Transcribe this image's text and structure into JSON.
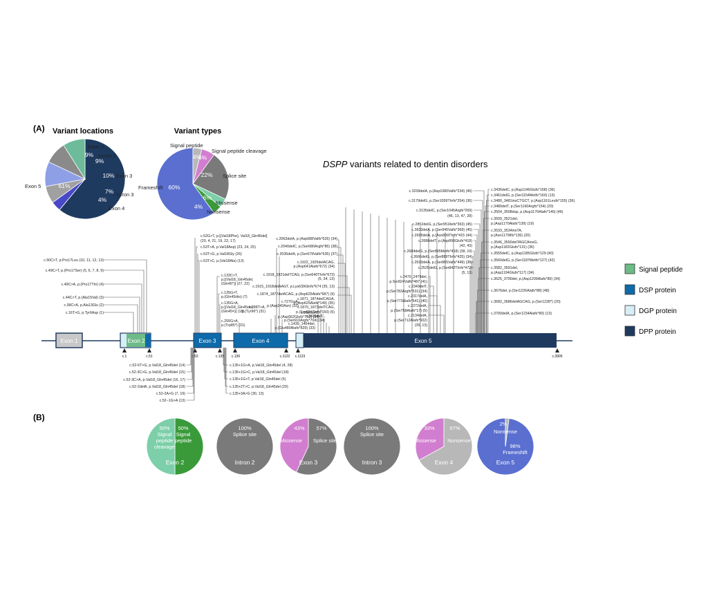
{
  "panel_a_label": "(A)",
  "panel_b_label": "(B)",
  "diagram_title_gene": "DSPP",
  "diagram_title_rest": " variants related to dentin disorders",
  "colors": {
    "signal_peptide": "#6dbb87",
    "dsp": "#0e6aa9",
    "dgp": "#d6eef5",
    "dpp": "#1f3a5f",
    "exon_grey": "#c8c8c8",
    "pie_grey": "#7d7d7d",
    "pie_exon5": "#1f3a5f",
    "pie_exon4": "#4848c8",
    "pie_intron3": "#a0a0a0",
    "pie_exon3": "#8f9fe6",
    "pie_intron2": "#8a8a8a",
    "pie_exon2": "#6dbb9a",
    "frameshift": "#5a6fd0",
    "missense": "#d27ed0",
    "nonsense": "#b8b8b8",
    "splice": "#7a7a7a",
    "sp_cleavage": "#7ccfa8",
    "sp": "#3a9a3a"
  },
  "chart_data": [
    {
      "type": "pie",
      "title": "Variant locations",
      "slices": [
        {
          "name": "Exon 5",
          "value": 61,
          "label": "61%",
          "color": "#1f3a5f"
        },
        {
          "name": "Exon 4",
          "value": 4,
          "label": "4%",
          "color": "#4848c8"
        },
        {
          "name": "Intron 3",
          "value": 7,
          "label": "7%",
          "color": "#a0a0a0"
        },
        {
          "name": "Exon 3",
          "value": 10,
          "label": "10%",
          "color": "#8f9fe6"
        },
        {
          "name": "Intron 2",
          "value": 9,
          "label": "9%",
          "color": "#8a8a8a"
        },
        {
          "name": "Exon 2",
          "value": 9,
          "label": "9%",
          "color": "#6dbb9a"
        }
      ]
    },
    {
      "type": "pie",
      "title": "Variant types",
      "slices": [
        {
          "name": "Frameshift",
          "value": 60,
          "label": "60%",
          "color": "#5a6fd0"
        },
        {
          "name": "Nonsense",
          "value": 4,
          "label": "4%",
          "color": "#b8b8b8"
        },
        {
          "name": "Missense",
          "value": 6,
          "label": "6%",
          "color": "#d27ed0"
        },
        {
          "name": "Splice site",
          "value": 22,
          "label": "22%",
          "color": "#7a7a7a"
        },
        {
          "name": "Signal peptide cleavage",
          "value": 4,
          "label": "4%",
          "color": "#7ccfa8"
        },
        {
          "name": "Signal peptide",
          "value": 4,
          "label": "4%",
          "color": "#3a9a3a"
        }
      ]
    },
    {
      "type": "pie",
      "title": "Exon 2",
      "slices": [
        {
          "name": "Signal peptide",
          "value": 50,
          "label": "50%",
          "color": "#3a9a3a"
        },
        {
          "name": "Signal peptide cleavage",
          "value": 50,
          "label": "50%",
          "color": "#7ccfa8"
        }
      ]
    },
    {
      "type": "pie",
      "title": "Intron 2",
      "slices": [
        {
          "name": "Splice site",
          "value": 100,
          "label": "100%",
          "color": "#7a7a7a"
        }
      ]
    },
    {
      "type": "pie",
      "title": "Exon 3",
      "slices": [
        {
          "name": "Splice site",
          "value": 57,
          "label": "57%",
          "color": "#7a7a7a"
        },
        {
          "name": "Missense",
          "value": 43,
          "label": "43%",
          "color": "#d27ed0"
        }
      ]
    },
    {
      "type": "pie",
      "title": "Intron 3",
      "slices": [
        {
          "name": "Splice site",
          "value": 100,
          "label": "100%",
          "color": "#7a7a7a"
        }
      ]
    },
    {
      "type": "pie",
      "title": "Exon 4",
      "slices": [
        {
          "name": "Nonsense",
          "value": 67,
          "label": "67%",
          "color": "#b8b8b8"
        },
        {
          "name": "Missense",
          "value": 33,
          "label": "33%",
          "color": "#d27ed0"
        }
      ]
    },
    {
      "type": "pie",
      "title": "Exon 5",
      "slices": [
        {
          "name": "Frameshift",
          "value": 98,
          "label": "98%",
          "color": "#5a6fd0"
        },
        {
          "name": "Nonsense",
          "value": 2,
          "label": "2%",
          "color": "#b8b8b8"
        }
      ]
    }
  ],
  "legend": [
    {
      "label": "Signal peptide",
      "color": "#6dbb87"
    },
    {
      "label": "DSP protein",
      "color": "#0e6aa9"
    },
    {
      "label": "DGP protein",
      "color": "#d6eef5"
    },
    {
      "label": "DPP protein",
      "color": "#1f3a5f"
    }
  ],
  "exons": {
    "exon1": "Exon 1",
    "exon2": "Exon 2",
    "exon3": "Exon 3",
    "exon4": "Exon 4",
    "exon5": "Exon 5"
  },
  "positions": [
    "c.1",
    "c.51",
    "c.52",
    "c.135",
    "c.136",
    "c.1122",
    "c.1123",
    "c.3905"
  ],
  "variants_exon2": [
    "c.50C>T, p.Pro17Leu (10, 11, 12, 13)",
    "c.49C>T, p.(Pro17Ser) (5, 6, 7, 8, 9)",
    "c.49C>A, p.(Pro17Thr) (4)",
    "c.44C>T, p.(Ala15Val) (3)",
    "c.38C>A, p.Ala13Glu (2)",
    "c.16T>G, p.Tyr6Asp (1)"
  ],
  "variants_exon3": [
    "c.52G>T, p.[(Val18Phe), Val18_Gln45del]",
    "(20, 4, 21, 19, 22, 17)",
    "c.53T>A, p.Val18Asp) (23, 24, 25)",
    "c.53T>G, p.Val18Gly (26)",
    "c.53T>C, p.(Val18Ala) (13)"
  ],
  "variants_exon3b": [
    "c.133C>T,",
    "p.[(Val18_Gln45del,",
    "(Gln45*)] (27, 22)",
    "c.135G>T,",
    "p.(Gln45His) (7)",
    "c.135G>A,",
    "p.[(Val18_Gln45del,",
    "(Gln45=)] (18)",
    "c.255G>A,",
    "p.(Trp85*) (31)"
  ],
  "variants_exon4": [
    "c.2063delA, p.(Asp688Valfs*626) (34)",
    "c.2040delC, p.(Ser680Argfs*85) (38)",
    "c.2035delA, p.(Ser679Valfs*635) (37)",
    "c.1922_1925delACAG,",
    "p.(Asp641Alafs*672) (34)",
    "c.1918_1921delTCAG, p.(Ser640Thrfs*673)",
    "(5, 34, 13)",
    "c.1915_1918delAAGT, p.Lys639Glnfs*674 (35, 13)",
    "c.1874_1877delACAG, p.(Asp625Alafs*687) (9)",
    "c.1871_1874delCAGA,",
    "p.(Asp625Alafs*149) (35)",
    "c.1870_1873delTCAG,",
    "p.(Ser624Thrfs*150) (5)",
    "c.1830delC,",
    "p.(Ser610Argfs*704) (34)",
    "c.1686delT,",
    "p.(Asp562Glufs*752) (34)",
    "c.1439_1454del,",
    "p.(Glu480Alafs*829) (33)",
    "c.288T>A,",
    "p.(Tyr96*) (31)",
    "c.727G>A,",
    "p.(Asp243Asn) (32)"
  ],
  "variants_exon5_mid": [
    "c.3239delA, p.(Asp1080Valfs*234) (45)",
    "c.3179delG, p.(Ser1059Thrfs*254) (36)",
    "c.3135delC, p.(Ser1045Argfs*269)",
    "(46, 13, 47, 28)",
    "c.2852delG, p.(Ser951Ilefs*363) (45)",
    "c.2833delA, p.(Ser945Valfs*369) (45)",
    "c.2695delA, p.(Asn899Thrfs*415 (44)",
    "c.2688delT, p.(Asp896Glufs*418)",
    "(42, 43)",
    "c.2684delG, p.(Ser895Metfs*418) (38, 19)",
    "c.2666delG, p.(Ser889Thrfs*425) (34)",
    "c.2593delA, p.(Ser865Valfs*449) (38)",
    "c.2525delG, p.(Ser842Thrfs*472)",
    "(5, 13)",
    "c.2470_2479del,",
    "p.Ser824Valfs*487 (41)",
    "c.2349delT,",
    "p.(Ser783Argfs*531) (34)",
    "c.2317delA,",
    "p.(Ser773Alafs*541) (40)",
    "c.2272delA,",
    "p.(Ser758Alafs*17) (5)",
    "c.2134delA,",
    "p.(Ser712Alafs*602)",
    "(39, 13)"
  ],
  "variants_exon5_right": [
    "c.3436delC, p.(Asp1146Glufs*168) (36)",
    "c.3461delG, p.(Ser1154Metfs*160) (13)",
    "c.3480_3481insCTGCT, p.(Asp1161Leufs*155) (36)",
    "c.3480delT, p.(Ser1160Argfs*154) (20)",
    "c.3504_3508dup, p.(Asp1170Alafs*146) (46)",
    "c.3509_3521del,",
    "p.(Asp1170Alafs*139) (19)",
    "c.3533_3534insTA,",
    "p.(Asn1179Ilfs*136) (20)",
    "c.3546_3550delTAGCAinsG,",
    "p.(Asp1182Glufs*131) (36)",
    "c.3555delC, p.(Asp1185Glufs*129 (40)",
    "c.3560delG, p.(Ser1187Metfs*127) (42)",
    "c.3582_3591del,",
    "p.(Asp1194Glufs*117) (34)",
    "c.3625_3700del, p.(Asp1209Alafs*80) (34)",
    "c.3676del, p.(Ser1226Alafs*88) (48)",
    "c.3682_3686delAGCAG, p.(Ser1228*) (20)",
    "c.3700delA, p.(Ser1234Alafs*80) (13)"
  ],
  "variants_intron2": [
    "c.52-6T>G, p.Val18_Gln45del (14)",
    "c.52-3C>G, p.Val18_Gln45del (15)",
    "c.52-3C>A, p.Val18_Gln45del (16, 17)",
    "c.52-2delA, p.Val18_Gln45del (18)",
    "c.52-2A>G (7, 19)",
    "c.52−1G>A (13)"
  ],
  "variants_intron3": [
    "c.135+1G>A, p.Val18_Gln45del (4, 28)",
    "c.135+1G>C, p.Val18_Gln45del (18)",
    "c.135+1G>T, p.Val18_Gln45del (5)",
    "c.135+2T>C, p.Val18_Gln45del (29)",
    "c.135+3A>G (30, 13)"
  ]
}
